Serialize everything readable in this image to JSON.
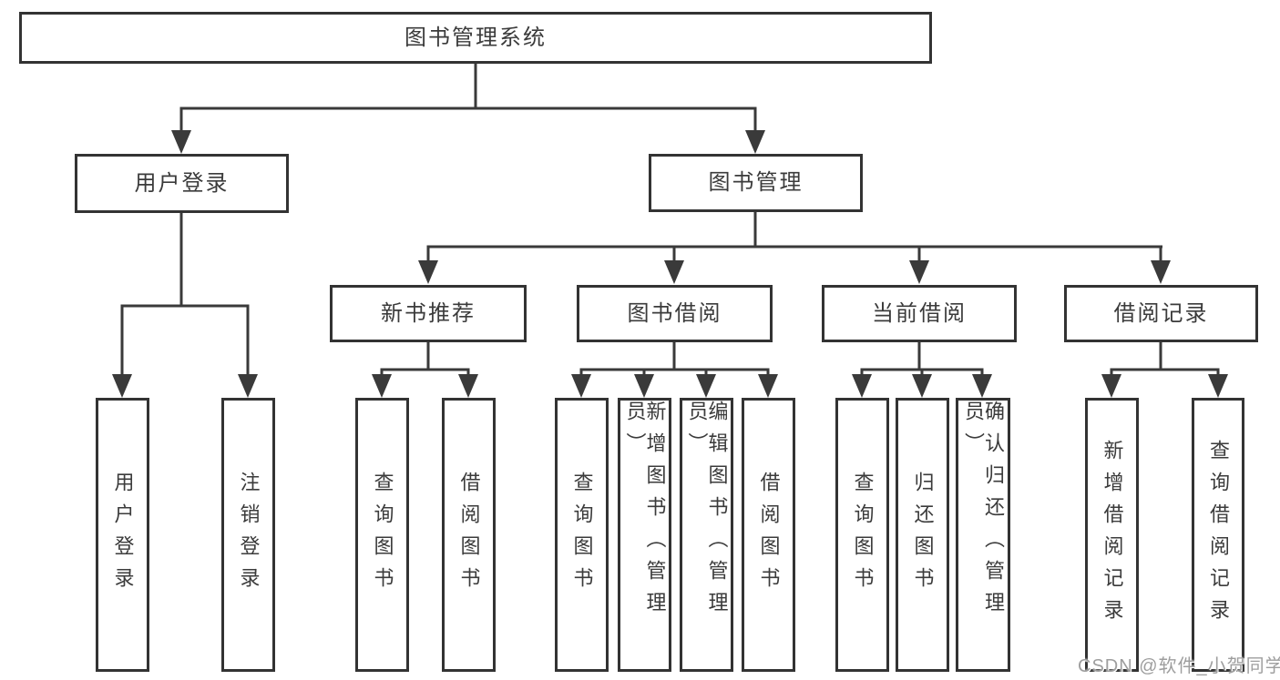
{
  "colors": {
    "background": "#ffffff",
    "line": "#3a3a3a",
    "box_border": "#333333",
    "text": "#3b3b3b",
    "watermark": "#9e9e9e"
  },
  "watermark": {
    "text": "CSDN @软件_小贺同学"
  },
  "tree": {
    "root": "图书管理系统",
    "children": [
      {
        "label": "用户登录",
        "children": [
          {
            "label": "用户登录"
          },
          {
            "label": "注销登录"
          }
        ]
      },
      {
        "label": "图书管理",
        "children": [
          {
            "label": "新书推荐",
            "children": [
              {
                "label": "查询图书"
              },
              {
                "label": "借阅图书"
              }
            ]
          },
          {
            "label": "图书借阅",
            "children": [
              {
                "label": "查询图书"
              },
              {
                "label": "新增图书（管理员）"
              },
              {
                "label": "编辑图书（管理员）"
              },
              {
                "label": "借阅图书"
              }
            ]
          },
          {
            "label": "当前借阅",
            "children": [
              {
                "label": "查询图书"
              },
              {
                "label": "归还图书"
              },
              {
                "label": "确认归还（管理员）"
              }
            ]
          },
          {
            "label": "借阅记录",
            "children": [
              {
                "label": "新增借阅记录"
              },
              {
                "label": "查询借阅记录"
              }
            ]
          }
        ]
      }
    ]
  }
}
